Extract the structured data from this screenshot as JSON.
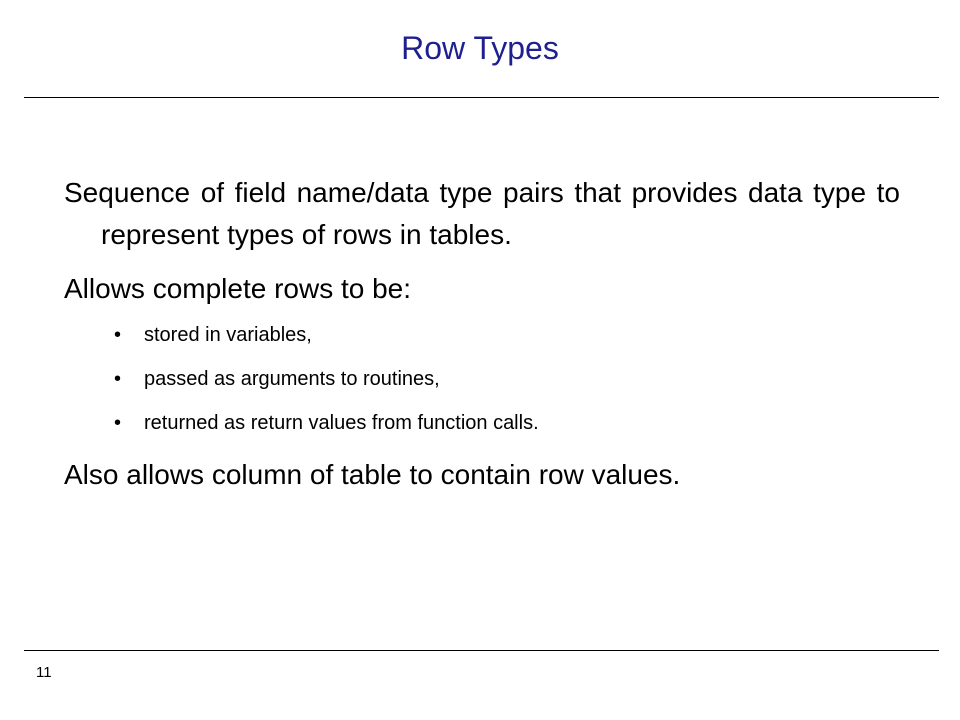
{
  "slide": {
    "title": "Row Types",
    "paragraphs": [
      "Sequence of field name/data type pairs that provides data type to represent types of rows in tables.",
      "Allows complete rows to be:"
    ],
    "bullets": [
      "stored in variables,",
      "passed as arguments to routines,",
      "returned as return values from function calls."
    ],
    "closing": "Also allows column of table to contain row values.",
    "page_number": "11",
    "bullet_glyph": "•"
  },
  "colors": {
    "title": "#1f1f8f",
    "text": "#000000",
    "background": "#ffffff"
  }
}
